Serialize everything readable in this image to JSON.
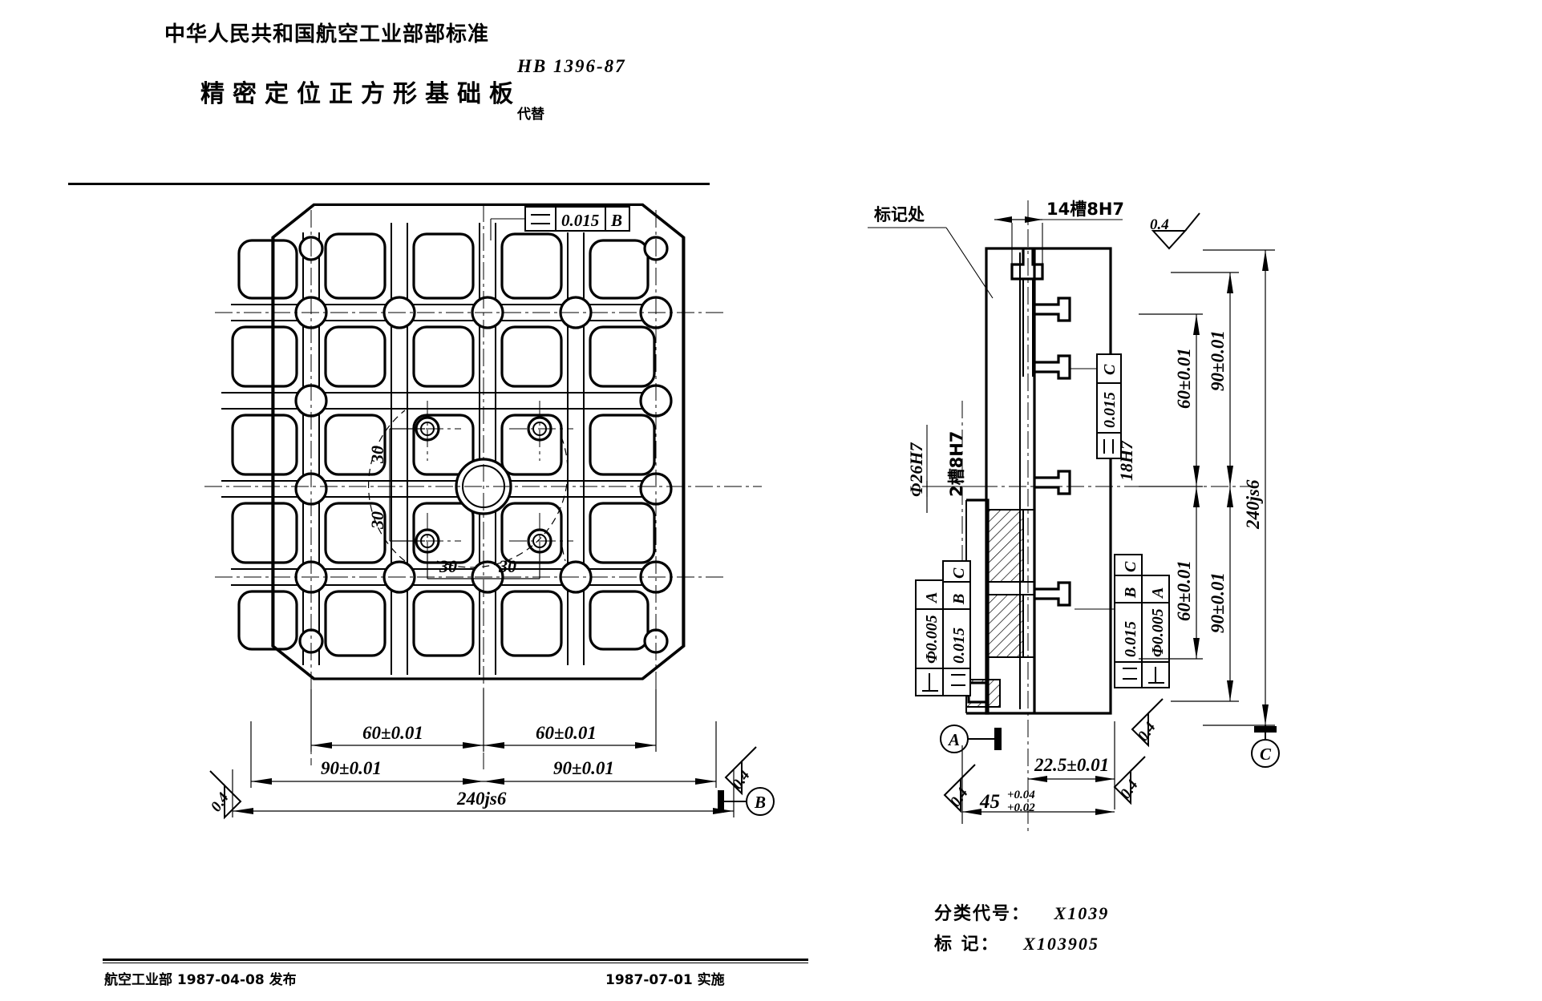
{
  "header": {
    "standard_org": "中华人民共和国航空工业部部标准",
    "title": "精密定位正方形基础板",
    "standard_number": "HB 1396-87",
    "replaces_label": "代替"
  },
  "footer": {
    "left": "航空工业部 1987-04-08   发布",
    "right": "1987-07-01    实施"
  },
  "classification": {
    "code_label": "分类代号：",
    "code_value": "X1039",
    "mark_label": "标    记：",
    "mark_value": "X103905"
  },
  "plan_view": {
    "tolerance_frame_top": {
      "symbol": "parallelism",
      "value": "0.015",
      "datum": "B"
    },
    "dim_30_a": "30",
    "dim_30_b": "30",
    "dim_30_c": "30",
    "dim_30_d": "30",
    "dim_60_left": "60±0.01",
    "dim_60_right": "60±0.01",
    "dim_90_left": "90±0.01",
    "dim_90_right": "90±0.01",
    "dim_overall": "240js6",
    "finish_left": "0.4",
    "finish_right": "0.4",
    "datum_b": "B"
  },
  "section_view": {
    "note_marking": "标记处",
    "slot_note_top": "14槽8H7",
    "finish_top": "0.4",
    "bore_note": "Φ26H7",
    "slot_note_2": "2槽8H7",
    "slot_note_18": "18H7",
    "frame_c": {
      "symbol": "parallelism",
      "value": "0.015",
      "datum": "C"
    },
    "frame_left_perp": {
      "symbol": "perpendicularity",
      "value": "Φ0.005",
      "datum": "A"
    },
    "frame_left_par": {
      "symbol": "parallelism",
      "value": "0.015",
      "datum": "B C"
    },
    "frame_right_par": {
      "symbol": "parallelism",
      "value": "0.015",
      "datum": "B C"
    },
    "frame_right_perp": {
      "symbol": "perpendicularity",
      "value": "Φ0.005",
      "datum": "A"
    },
    "dim_60_upper": "60±0.01",
    "dim_60_lower": "60±0.01",
    "dim_90_upper": "90±0.01",
    "dim_90_lower": "90±0.01",
    "dim_overall": "240js6",
    "dim_22_5": "22.5±0.01",
    "dim_45": "45",
    "dim_45_upper_tol": "+0.04",
    "dim_45_lower_tol": "+0.02",
    "finish_bottom_left": "0.4",
    "finish_bottom_mid": "0.4",
    "finish_bottom_right": "0.4",
    "datum_a": "A",
    "datum_c": "C"
  },
  "colors": {
    "ink": "#000000",
    "paper": "#ffffff"
  }
}
